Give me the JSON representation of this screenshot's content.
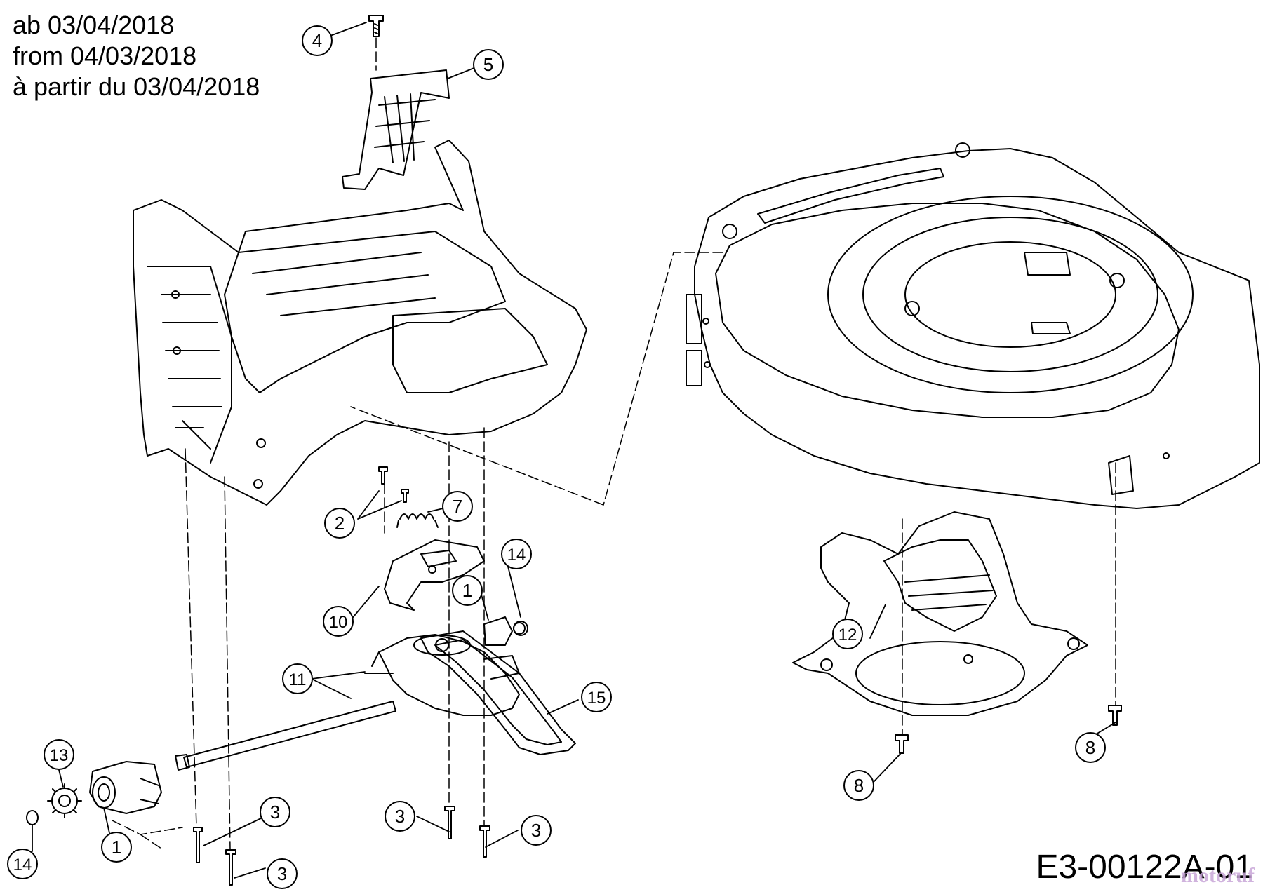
{
  "header": {
    "lines": [
      "ab 03/04/2018",
      "from 04/03/2018",
      "à partir du 03/04/2018"
    ]
  },
  "drawing_code": "E3-00122A-01",
  "watermark": "motoruf",
  "callouts": [
    {
      "id": "c4a",
      "label": "4"
    },
    {
      "id": "c5a",
      "label": "5"
    },
    {
      "id": "c2a",
      "label": "2"
    },
    {
      "id": "c7a",
      "label": "7"
    },
    {
      "id": "c14a",
      "label": "14"
    },
    {
      "id": "c1a",
      "label": "1"
    },
    {
      "id": "c10a",
      "label": "10"
    },
    {
      "id": "c11a",
      "label": "11"
    },
    {
      "id": "c15a",
      "label": "15"
    },
    {
      "id": "c13a",
      "label": "13"
    },
    {
      "id": "c1b",
      "label": "1"
    },
    {
      "id": "c14b",
      "label": "14"
    },
    {
      "id": "c3a",
      "label": "3"
    },
    {
      "id": "c3b",
      "label": "3"
    },
    {
      "id": "c3c",
      "label": "3"
    },
    {
      "id": "c3d",
      "label": "3"
    },
    {
      "id": "c12a",
      "label": "12"
    },
    {
      "id": "c8a",
      "label": "8"
    },
    {
      "id": "c8b",
      "label": "8"
    }
  ],
  "colors": {
    "ink": "#000000",
    "paper": "#ffffff",
    "watermark": "#c8a6d8"
  }
}
